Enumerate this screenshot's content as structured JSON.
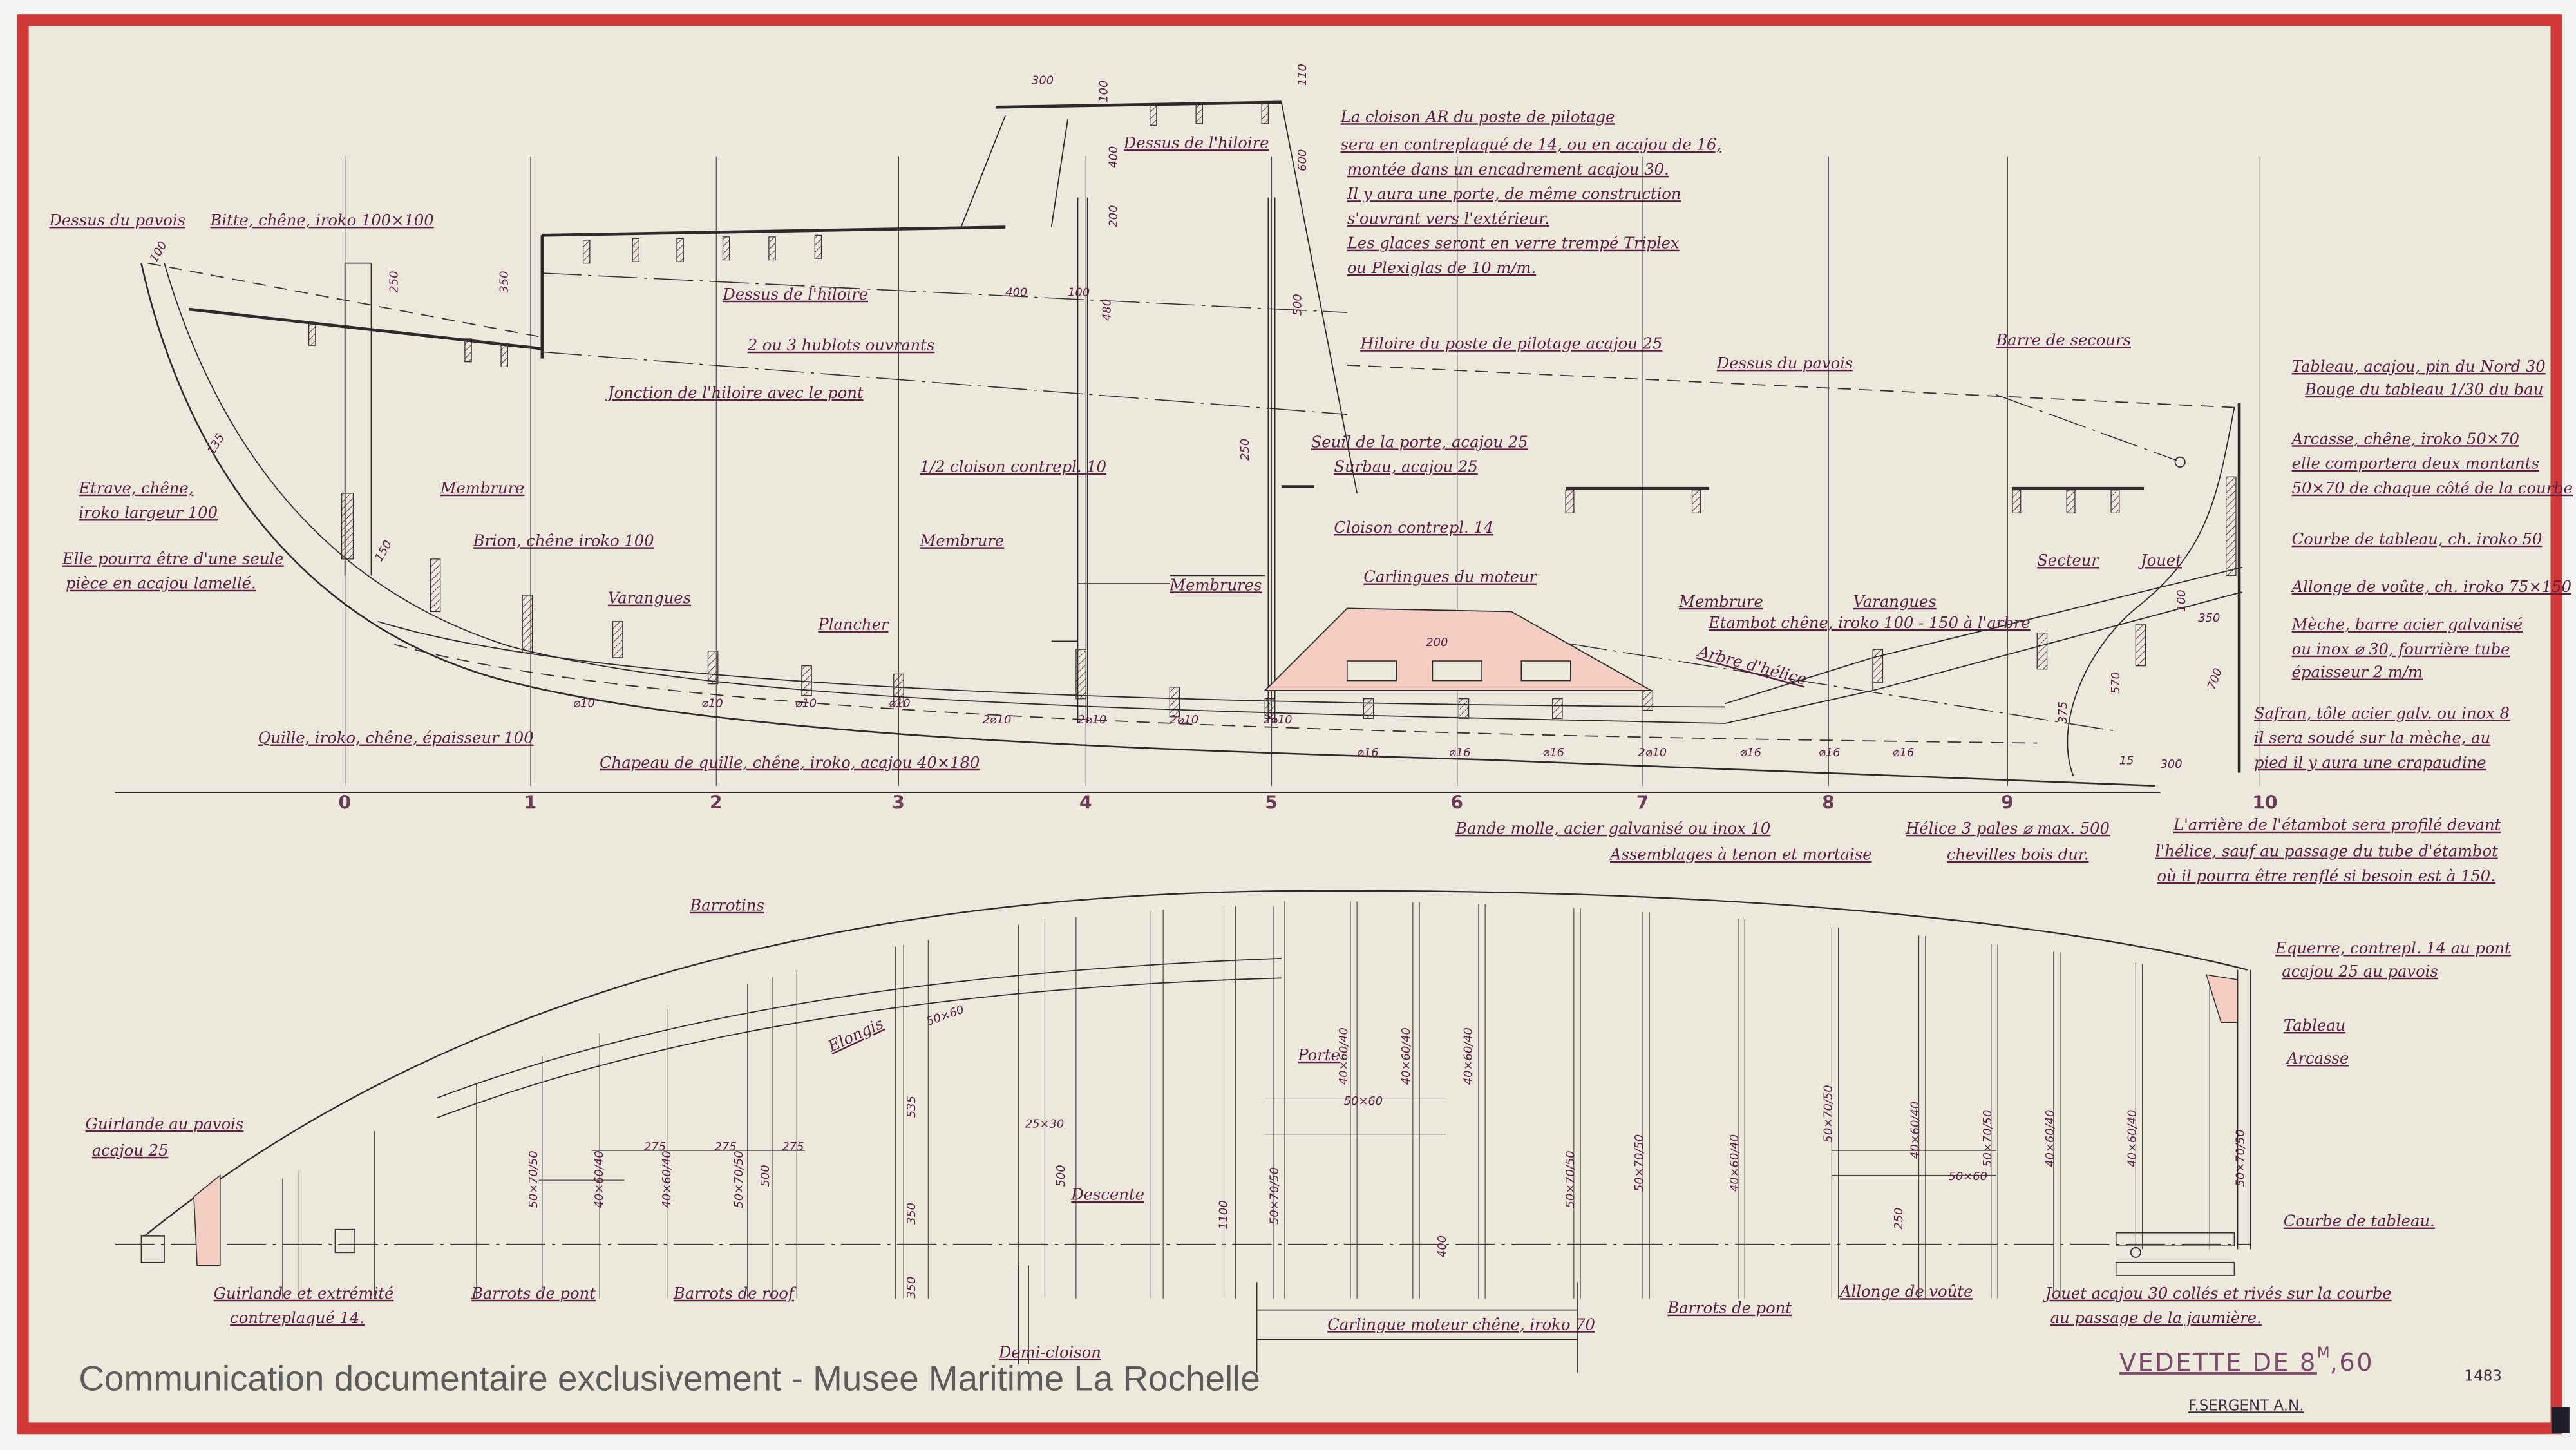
{
  "watermark": "Communication documentaire exclusivement - Musee Maritime La Rochelle",
  "title_block": {
    "title_main": "VEDETTE DE 8",
    "title_unit": "M",
    "title_decimal": ",60",
    "designer": "F.SERGENT A.N.",
    "drawing_number": "1483"
  },
  "stations": [
    "0",
    "1",
    "2",
    "3",
    "4",
    "5",
    "6",
    "7",
    "8",
    "9",
    "10"
  ],
  "profile": {
    "dessus_pavois_bow": "Dessus du pavois",
    "bitte": "Bitte, chêne, iroko 100×100",
    "dessus_hiloire": "Dessus de l'hiloire",
    "hublots": "2 ou 3 hublots ouvrants",
    "jonction": "Jonction de l'hiloire avec le pont",
    "etrave": [
      "Etrave, chêne,",
      "iroko largeur 100"
    ],
    "elle_pourra": [
      "Elle pourra être d'une seule",
      "pièce en acajou lamellé."
    ],
    "membrure_1": "Membrure",
    "brion": "Brion, chêne iroko 100",
    "varangues_1": "Varangues",
    "plancher": "Plancher",
    "quille": "Quille, iroko, chêne, épaisseur 100",
    "chapeau": "Chapeau de quille, chêne, iroko, acajou 40×180",
    "demi_cloison": "1/2 cloison contrepl. 10",
    "membrure_2": "Membrure",
    "membrures": "Membrures",
    "dessus_hiloire_top": "Dessus de l'hiloire",
    "hiloire_pilotage": "Hiloire du poste de pilotage acajou 25",
    "seuil": "Seuil de la porte, acajou 25",
    "surbau": "Surbau, acajou 25",
    "cloison14": "Cloison contrepl. 14",
    "carlingues": "Carlingues du moteur",
    "membrure_3": "Membrure",
    "etambot": "Etambot chêne, iroko 100 - 150 à l'arbre",
    "arbre": "Arbre d'hélice",
    "varangues_2": "Varangues",
    "dessus_pavois_aft": "Dessus du pavois",
    "barre_secours": "Barre de secours",
    "secteur": "Secteur",
    "jouet": "Jouet",
    "bande_molle": "Bande molle, acier galvanisé ou inox 10",
    "helice": "Hélice 3 pales ⌀ max. 500",
    "assemblages": "Assemblages à tenon et mortaise",
    "chevilles": "chevilles bois dur."
  },
  "notes": {
    "pilot_house": [
      "La cloison AR du poste de pilotage",
      "sera en contreplaqué de 14, ou en acajou de 16,",
      "montée dans un encadrement acajou 30.",
      "Il y aura une porte, de même construction",
      "s'ouvrant vers l'extérieur.",
      "Les glaces seront en verre trempé Triplex",
      "ou Plexiglas de 10 m/m."
    ],
    "transom": [
      "Tableau, acajou, pin du Nord 30",
      "Bouge du tableau 1/30 du bau",
      "Arcasse, chêne, iroko 50×70",
      "elle comportera deux montants",
      "50×70 de chaque côté de la courbe",
      "Courbe de tableau, ch. iroko 50",
      "Allonge de voûte, ch. iroko 75×150",
      "Mèche, barre acier galvanisé",
      "ou inox ⌀ 30, fourrière tube",
      "épaisseur 2 m/m",
      "Safran, tôle acier galv. ou inox 8",
      "il sera soudé sur la mèche, au",
      "pied il y aura une crapaudine"
    ],
    "sternpost": [
      "L'arrière de l'étambot sera profilé devant",
      "l'hélice, sauf au passage du tube d'étambot",
      "où il pourra être renflé si besoin est à 150."
    ]
  },
  "plan": {
    "barrotins": "Barrotins",
    "elongis": "Elongis",
    "guirlande_pavois": [
      "Guirlande au pavois",
      "acajou 25"
    ],
    "guirlande_extremite": [
      "Guirlande et extrémité",
      "contreplaqué 14."
    ],
    "barrots_pont_1": "Barrots de pont",
    "barrots_roof": "Barrots de roof",
    "descente": "Descente",
    "demi_cloison": "Demi-cloison",
    "porte": "Porte",
    "carlingue_moteur": "Carlingue moteur chêne, iroko 70",
    "barrots_pont_2": "Barrots de pont",
    "allonge_voute": "Allonge de voûte",
    "jouet": [
      "Jouet acajou 30 collés et rivés sur la courbe",
      "au passage de la jaumière."
    ],
    "equerre": [
      "Equerre, contrepl. 14 au pont",
      "acajou 25 au pavois"
    ],
    "tableau": "Tableau",
    "arcasse": "Arcasse",
    "courbe_tableau": "Courbe de tableau."
  },
  "dimensions": {
    "profile": [
      "300",
      "100",
      "110",
      "400",
      "200",
      "600",
      "480",
      "500",
      "400",
      "100",
      "250",
      "350",
      "135",
      "100",
      "150",
      "250",
      "200",
      "350",
      "100",
      "375",
      "570",
      "700",
      "300",
      "15"
    ],
    "bolts": [
      "⌀10",
      "⌀10",
      "⌀10",
      "⌀10",
      "2⌀10",
      "2⌀10",
      "2⌀10",
      "2⌀10",
      "⌀16",
      "⌀16",
      "⌀16",
      "2⌀10",
      "⌀16",
      "⌀16",
      "⌀16"
    ],
    "plan": [
      "275",
      "275",
      "275",
      "50×70/50",
      "40×60/40",
      "40×60/40",
      "50×70/50",
      "500",
      "535",
      "350",
      "350",
      "50×60",
      "25×30",
      "500",
      "1100",
      "50×70/50",
      "40×60/40",
      "40×60/40",
      "40×60/40",
      "50×60",
      "400",
      "50×70/50",
      "50×70/50",
      "40×60/40",
      "50×70/50",
      "40×60/40",
      "50×60",
      "50×70/50",
      "250",
      "40×60/40",
      "40×60/40",
      "50×70/50"
    ]
  },
  "colors": {
    "frame": "#d23a3a",
    "paper": "#ece9dc",
    "ink": "#5a2043",
    "pink": "#e88f86"
  }
}
